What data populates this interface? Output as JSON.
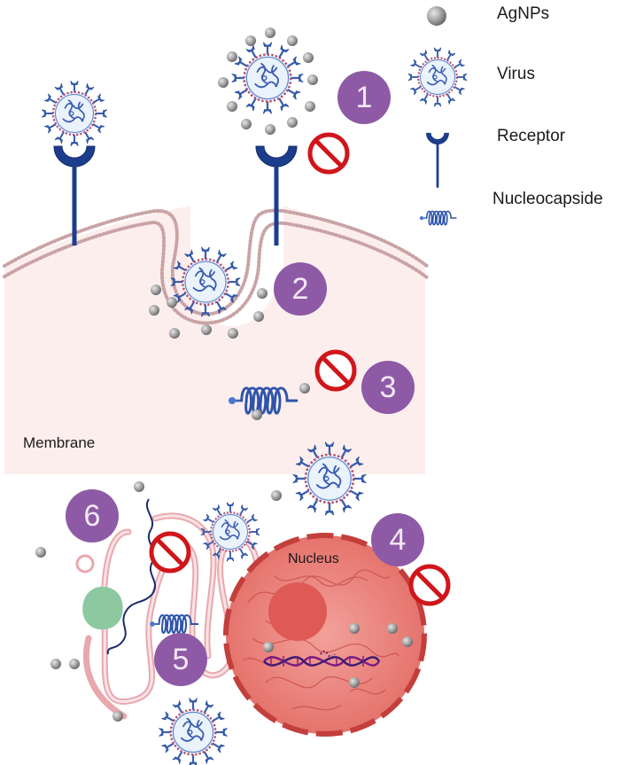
{
  "legend": {
    "items": [
      {
        "label": "AgNPs",
        "icon": "silver-nanoparticle-icon"
      },
      {
        "label": "Virus",
        "icon": "virus-icon"
      },
      {
        "label": "Receptor",
        "icon": "receptor-icon"
      },
      {
        "label": "Nucleocapside",
        "icon": "nucleocapsid-icon"
      }
    ]
  },
  "labels": {
    "membrane": "Membrane",
    "nucleus": "Nucleus"
  },
  "steps": [
    "1",
    "2",
    "3",
    "4",
    "5",
    "6"
  ],
  "colors": {
    "step_circle": "#8e5aa6",
    "inhibit": "#d0161b",
    "receptor": "#1b3a8a",
    "cell": "#fdeeee",
    "nucleus": "#e8706b",
    "nanoparticle": "#9a9a9a"
  }
}
